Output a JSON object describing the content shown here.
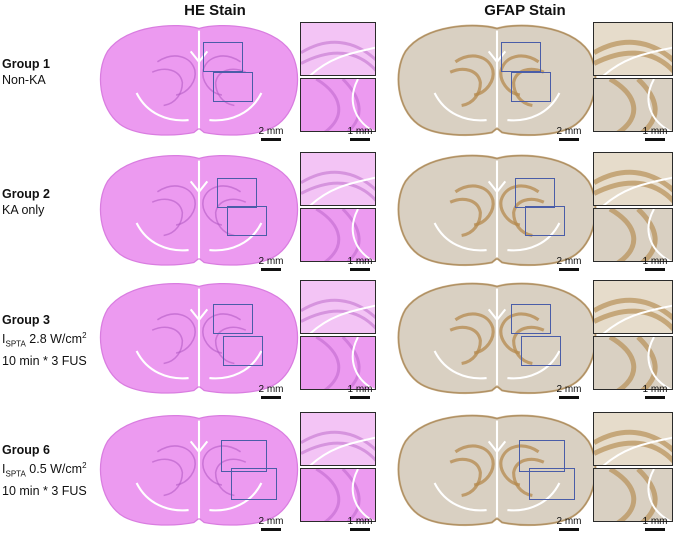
{
  "columns": {
    "he": "HE Stain",
    "gfap": "GFAP Stain"
  },
  "groups": [
    {
      "title": "Group 1",
      "line1": "Non-KA",
      "line2": ""
    },
    {
      "title": "Group 2",
      "line1": "KA only",
      "line2": ""
    },
    {
      "title": "Group 3",
      "i_main": "I",
      "i_sub": "SPTA",
      "i_val": " 2.8 W/cm",
      "i_sup": "2",
      "line2": "10 min * 3 FUS"
    },
    {
      "title": "Group 6",
      "i_main": "I",
      "i_sub": "SPTA",
      "i_val": " 0.5 W/cm",
      "i_sup": "2",
      "line2": "10 min * 3 FUS"
    }
  ],
  "scale": {
    "large": "2 mm",
    "small": "1 mm"
  },
  "colors": {
    "he_fill": "#ec9af0",
    "he_light": "#f3c4f5",
    "gfap_fill": "#d9d0c2",
    "gfap_dark": "#b48a4e",
    "roi": "#4a5da8"
  }
}
